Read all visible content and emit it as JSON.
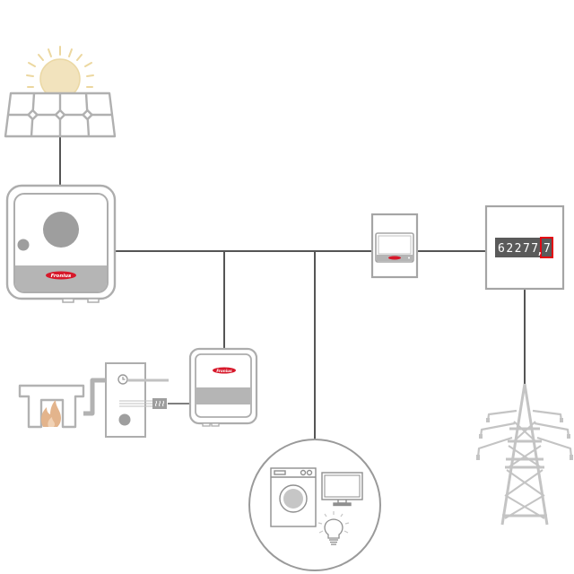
{
  "diagram": {
    "title": "Photovoltaic system energy flow",
    "brand": "Fronius",
    "colors": {
      "line": "#555555",
      "device_stroke": "#a8a8a8",
      "device_fill": "#ffffff",
      "device_band": "#b8b8b8",
      "sun_fill": "#f2e3bd",
      "sun_rays": "#ecd79f",
      "flame": "#e3b48c",
      "brand_red": "#d7182a",
      "meter_display": "#555555",
      "meter_highlight": "#e30613"
    },
    "nodes": [
      {
        "id": "pv-panel",
        "label": "Solar panel with sun"
      },
      {
        "id": "inverter",
        "label": "Fronius inverter"
      },
      {
        "id": "smart-meter",
        "label": "Fronius Smart Meter"
      },
      {
        "id": "grid-meter",
        "label": "Energy meter"
      },
      {
        "id": "power-grid",
        "label": "Power pylon"
      },
      {
        "id": "ohmpilot",
        "label": "Fronius Ohmpilot"
      },
      {
        "id": "heating-controller",
        "label": "Hot water storage controller"
      },
      {
        "id": "boiler",
        "label": "Heating / fireplace"
      },
      {
        "id": "household-loads",
        "label": "Household consumers"
      }
    ],
    "meter": {
      "reading_integer": "62277",
      "separator": ",",
      "reading_decimal": "7"
    },
    "logo_text": "Fronius"
  }
}
